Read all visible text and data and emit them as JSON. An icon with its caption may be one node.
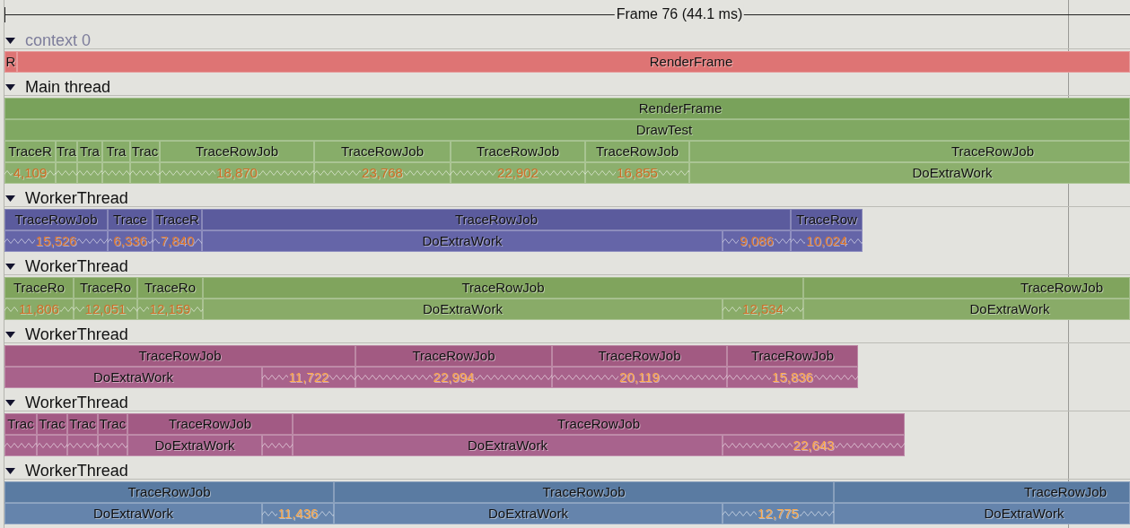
{
  "diagram": {
    "nodes": [
      {
        "text": [
          "R"
        ]
      },
      {
        "text": [
          "RenderFrame"
        ]
      },
      {
        "text": [
          "RenderFrame"
        ]
      },
      {
        "text": [
          "DrawTest"
        ]
      },
      {
        "text": [
          "TraceR"
        ]
      },
      {
        "text": [
          "Tra"
        ]
      },
      {
        "text": [
          "Tra"
        ]
      },
      {
        "text": [
          "Tra"
        ]
      },
      {
        "text": [
          "Trac"
        ]
      },
      {
        "text": [
          "TraceRowJob"
        ]
      },
      {
        "text": [
          "TraceRowJob"
        ]
      },
      {
        "text": [
          "TraceRowJob"
        ]
      },
      {
        "text": [
          "TraceRowJob"
        ]
      },
      {
        "text": [
          "TraceRowJob"
        ]
      },
      {
        "text": [
          "4,109"
        ]
      },
      {
        "text": [],
        "shape": "box"
      },
      {
        "text": [],
        "shape": "box"
      },
      {
        "text": [],
        "shape": "box"
      },
      {
        "text": [],
        "shape": "box"
      },
      {
        "text": [
          "18,870"
        ]
      },
      {
        "text": [
          "23,768"
        ]
      },
      {
        "text": [
          "22,902"
        ]
      },
      {
        "text": [
          "16,855"
        ]
      },
      {
        "text": [
          "DoExtraWork"
        ]
      },
      {
        "text": [
          "TraceRowJob"
        ]
      },
      {
        "text": [
          "Trace"
        ]
      },
      {
        "text": [
          "TraceR"
        ]
      },
      {
        "text": [
          "TraceRowJob"
        ]
      },
      {
        "text": [
          "TraceRow"
        ]
      },
      {
        "text": [
          "15,526"
        ]
      },
      {
        "text": [
          "6,336"
        ]
      },
      {
        "text": [
          "7,840"
        ]
      },
      {
        "text": [
          "DoExtraWork"
        ]
      },
      {
        "text": [
          "9,086"
        ]
      },
      {
        "text": [
          "10,024"
        ]
      },
      {
        "text": [
          "TraceRo"
        ]
      },
      {
        "text": [
          "TraceRo"
        ]
      },
      {
        "text": [
          "TraceRo"
        ]
      },
      {
        "text": [
          "TraceRowJob"
        ]
      },
      {
        "text": [
          "TraceRowJob"
        ]
      },
      {
        "text": [
          "11,806"
        ]
      },
      {
        "text": [
          "12,051"
        ]
      },
      {
        "text": [
          "12,159"
        ]
      },
      {
        "text": [
          "DoExtraWork"
        ]
      },
      {
        "text": [
          "12,534"
        ]
      },
      {
        "text": [
          "DoExtraWork"
        ]
      },
      {
        "text": [
          "TraceRowJob"
        ]
      },
      {
        "text": [
          "TraceRowJob"
        ]
      },
      {
        "text": [
          "TraceRowJob"
        ]
      },
      {
        "text": [
          "TraceRowJob"
        ]
      },
      {
        "text": [
          "DoExtraWork"
        ]
      },
      {
        "text": [
          "11,722"
        ]
      },
      {
        "text": [
          "22,994"
        ]
      },
      {
        "text": [
          "20,119"
        ]
      },
      {
        "text": [
          "15,836"
        ]
      },
      {
        "text": [
          "Trac"
        ]
      },
      {
        "text": [
          "Trac"
        ]
      },
      {
        "text": [
          "Trac"
        ]
      },
      {
        "text": [
          "Trac"
        ]
      },
      {
        "text": [
          "TraceRowJob"
        ]
      },
      {
        "text": [
          "TraceRowJob"
        ]
      },
      {
        "text": [],
        "shape": "box"
      },
      {
        "text": [],
        "shape": "box"
      },
      {
        "text": [],
        "shape": "box"
      },
      {
        "text": [],
        "shape": "box"
      },
      {
        "text": [
          "DoExtraWork"
        ]
      },
      {
        "text": [],
        "shape": "box"
      },
      {
        "text": [
          "DoExtraWork"
        ]
      },
      {
        "text": [
          "22,643"
        ]
      },
      {
        "text": [
          "TraceRowJob"
        ]
      },
      {
        "text": [
          "TraceRowJob"
        ]
      },
      {
        "text": [
          "TraceRowJob"
        ]
      },
      {
        "text": [
          "DoExtraWork"
        ]
      },
      {
        "text": [
          "11,436"
        ]
      },
      {
        "text": [
          "DoExtraWork"
        ]
      },
      {
        "text": [
          "12,775"
        ]
      },
      {
        "text": [
          "DoExtraWork"
        ]
      }
    ],
    "labels": [
      "Frame 76 (44.1 ms)",
      "context 0",
      "Main thread",
      "WorkerThread",
      "WorkerThread",
      "WorkerThread",
      "WorkerThread",
      "WorkerThread"
    ]
  }
}
